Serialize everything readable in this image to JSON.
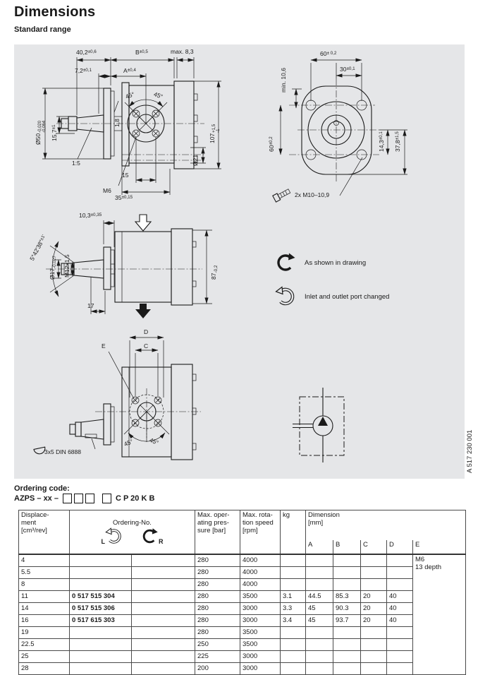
{
  "page": {
    "title": "Dimensions",
    "subtitle": "Standard range"
  },
  "colors": {
    "panel_bg": "#e5e6e8",
    "line": "#1a1a1a"
  },
  "dw": {
    "a": {
      "d402m": "40,2",
      "d402s": "±0,6",
      "dBm": "B",
      "dBs": "±0,5",
      "dmax": "max. 8,3",
      "d72m": "7,2",
      "d72s": "±0,1",
      "dAm": "A",
      "dAs": "±0,4",
      "dia50m": "Ø50",
      "dia50t": "-0,020",
      "dia50b": "-0,064",
      "d157m": "15,7",
      "d157s": "±1",
      "d18": "1,8",
      "a45l": "45°",
      "a45r": "45°",
      "d107m": "107",
      "d107t": "+1,5",
      "d107b": "-1",
      "dia21": "Ø21",
      "scale": "1:5",
      "m6": "M6",
      "d15": "15",
      "d35m": "35",
      "d35s": "±0,15"
    },
    "b": {
      "d60tm": "60",
      "d60ts": "± 0,2",
      "d30m": "30",
      "d30s": "±0,1",
      "dmin": "min. 10,6",
      "d60lm": "60",
      "d60ls": "±0,2",
      "d143m": "14,3",
      "d143s": "±0,1",
      "d378m": "37,8",
      "d378s": "±1,5",
      "screws": "2x M10–10,9"
    },
    "c": {
      "d103m": "10,3",
      "d103s": "±0,35",
      "angm": "5°42'38\"",
      "angs": "±1'",
      "dia17m": "Ø17",
      "dia17b": "-0,027",
      "m12": "M12x1,5",
      "d87m": "87",
      "d87b": "-0,2",
      "d17": "17"
    },
    "e": {
      "dD": "D",
      "dC": "C",
      "dE": "E",
      "a45l": "45°",
      "a45r": "45°",
      "key": "3x5 DIN 6888"
    }
  },
  "legend": {
    "cw": "As shown in drawing",
    "ccw": "Inlet and outlet port changed"
  },
  "part_number": "A 517 230 001",
  "ordering": {
    "label": "Ordering code:",
    "prefix": "AZPS – xx –",
    "suffix": "C P 20 K B"
  },
  "table": {
    "headers": {
      "displacement": "Displace-\nment\n[cm³/rev]",
      "ordering_no": "Ordering-No.",
      "l": "L",
      "r": "R",
      "pressure": "Max. oper-\nating pres-\nsure [bar]",
      "speed": "Max. rota-\ntion speed\n[rpm]",
      "kg": "kg",
      "dimension": "Dimension\n[mm]",
      "dims": [
        "A",
        "B",
        "C",
        "D",
        "E"
      ]
    },
    "e_note": "M6\n13 depth",
    "rows": [
      {
        "cells": [
          "4",
          "",
          "",
          "280",
          "4000",
          "",
          "",
          "",
          "",
          ""
        ]
      },
      {
        "cells": [
          "5.5",
          "",
          "",
          "280",
          "4000",
          "",
          "",
          "",
          "",
          ""
        ]
      },
      {
        "cells": [
          "8",
          "",
          "",
          "280",
          "4000",
          "",
          "",
          "",
          "",
          ""
        ]
      },
      {
        "cells": [
          "11",
          "0 517 515 304",
          "",
          "280",
          "3500",
          "3.1",
          "44.5",
          "85.3",
          "20",
          "40"
        ]
      },
      {
        "cells": [
          "14",
          "0 517 515 306",
          "",
          "280",
          "3000",
          "3.3",
          "45",
          "90.3",
          "20",
          "40"
        ]
      },
      {
        "cells": [
          "16",
          "0 517 615 303",
          "",
          "280",
          "3000",
          "3.4",
          "45",
          "93.7",
          "20",
          "40"
        ]
      },
      {
        "cells": [
          "19",
          "",
          "",
          "280",
          "3500",
          "",
          "",
          "",
          "",
          ""
        ]
      },
      {
        "cells": [
          "22.5",
          "",
          "",
          "250",
          "3500",
          "",
          "",
          "",
          "",
          ""
        ]
      },
      {
        "cells": [
          "25",
          "",
          "",
          "225",
          "3000",
          "",
          "",
          "",
          "",
          ""
        ]
      },
      {
        "cells": [
          "28",
          "",
          "",
          "200",
          "3000",
          "",
          "",
          "",
          "",
          ""
        ]
      }
    ]
  }
}
